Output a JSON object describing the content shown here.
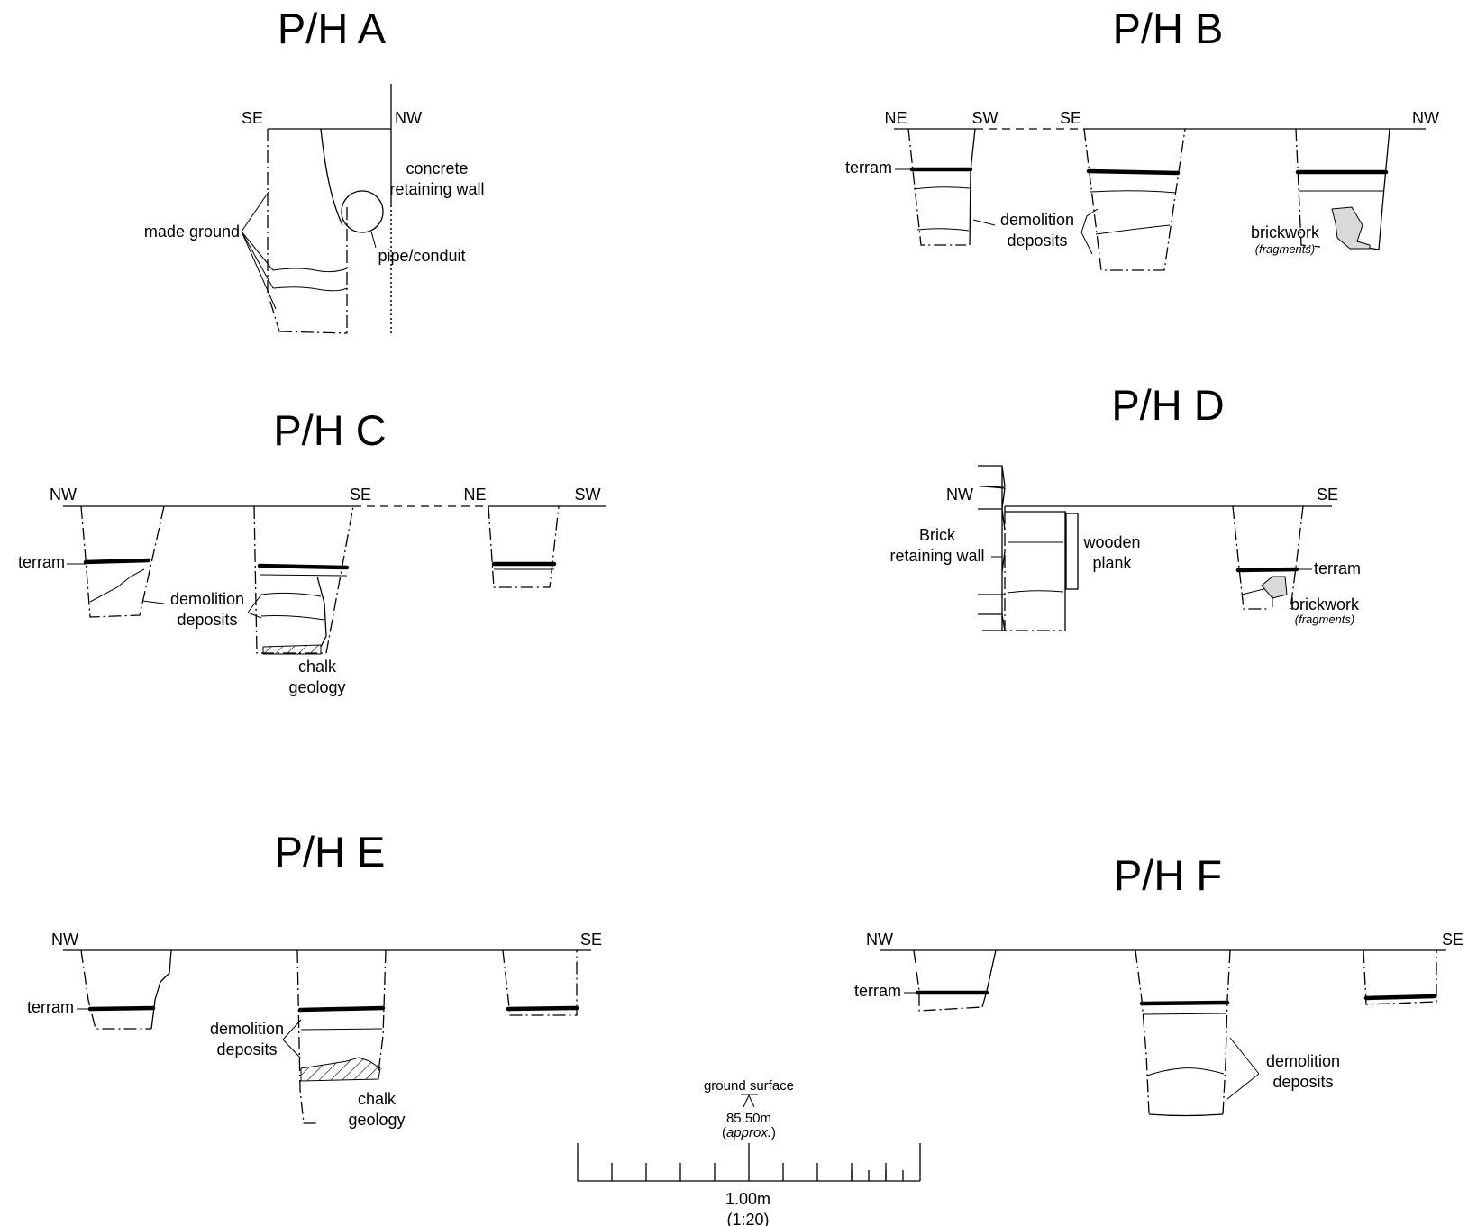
{
  "sections": {
    "a": {
      "title": "P/H A",
      "orient_left": "SE",
      "orient_right": "NW",
      "labels": {
        "concrete_wall": [
          "concrete",
          "retaining wall"
        ],
        "made_ground": "made ground",
        "pipe": "pipe/conduit"
      }
    },
    "b": {
      "title": "P/H B",
      "orientations": [
        "NE",
        "SW",
        "SE",
        "NW"
      ],
      "labels": {
        "terram": "terram",
        "demolition": [
          "demolition",
          "deposits"
        ],
        "brickwork": "brickwork",
        "fragments": "(fragments)"
      }
    },
    "c": {
      "title": "P/H C",
      "orientations": [
        "NW",
        "SE",
        "NE",
        "SW"
      ],
      "labels": {
        "terram": "terram",
        "demolition": [
          "demolition",
          "deposits"
        ],
        "chalk": [
          "chalk",
          "geology"
        ]
      }
    },
    "d": {
      "title": "P/H D",
      "orient_left": "NW",
      "orient_right": "SE",
      "labels": {
        "brick_wall": [
          "Brick",
          "retaining wall"
        ],
        "plank": [
          "wooden",
          "plank"
        ],
        "terram": "terram",
        "brickwork": "brickwork",
        "fragments": "(fragments)"
      }
    },
    "e": {
      "title": "P/H E",
      "orient_left": "NW",
      "orient_right": "SE",
      "labels": {
        "terram": "terram",
        "demolition": [
          "demolition",
          "deposits"
        ],
        "chalk": [
          "chalk",
          "geology"
        ]
      }
    },
    "f": {
      "title": "P/H F",
      "orient_left": "NW",
      "orient_right": "SE",
      "labels": {
        "terram": "terram",
        "demolition": [
          "demolition",
          "deposits"
        ]
      }
    }
  },
  "scale": {
    "ground_surface": "ground surface",
    "level": "85.50m",
    "approx_open": "(",
    "approx": "approx.",
    "approx_close": ")",
    "length": "1.00m",
    "ratio": "(1:20)"
  }
}
